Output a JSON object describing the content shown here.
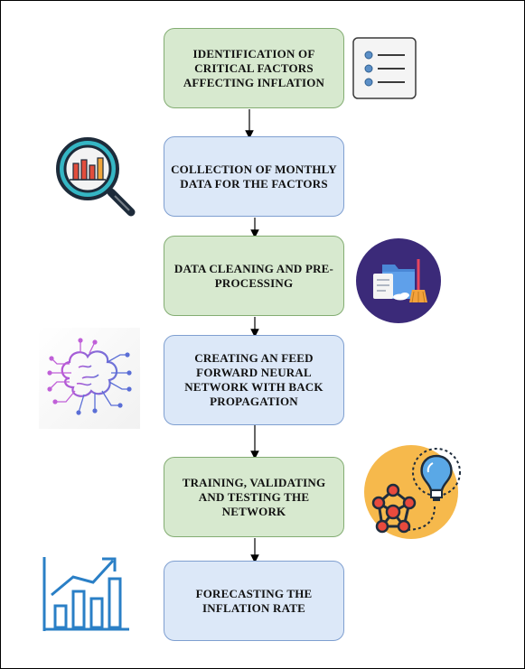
{
  "steps": [
    {
      "label": "IDENTIFICATION OF CRITICAL FACTORS AFFECTING INFLATION",
      "color": "#d7e9cf"
    },
    {
      "label": "COLLECTION OF MONTHLY DATA FOR THE FACTORS",
      "color": "#dce8f8"
    },
    {
      "label": "DATA CLEANING AND PRE-PROCESSING",
      "color": "#d7e9cf"
    },
    {
      "label": "CREATING AN FEED FORWARD NEURAL NETWORK WITH BACK PROPAGATION",
      "color": "#dce8f8"
    },
    {
      "label": "TRAINING, VALIDATING AND TESTING THE NETWORK",
      "color": "#d7e9cf"
    },
    {
      "label": "FORECASTING THE INFLATION RATE",
      "color": "#dce8f8"
    }
  ],
  "icons": {
    "step1": "checklist-icon",
    "step2": "magnifier-bar-chart-icon",
    "step3": "folder-broom-icon",
    "step4": "circuit-brain-icon",
    "step5": "network-lightbulb-icon",
    "step6": "growth-chart-icon"
  },
  "colors": {
    "green_box": "#d7e9cf",
    "blue_box": "#dce8f8",
    "arrow": "#000000"
  }
}
